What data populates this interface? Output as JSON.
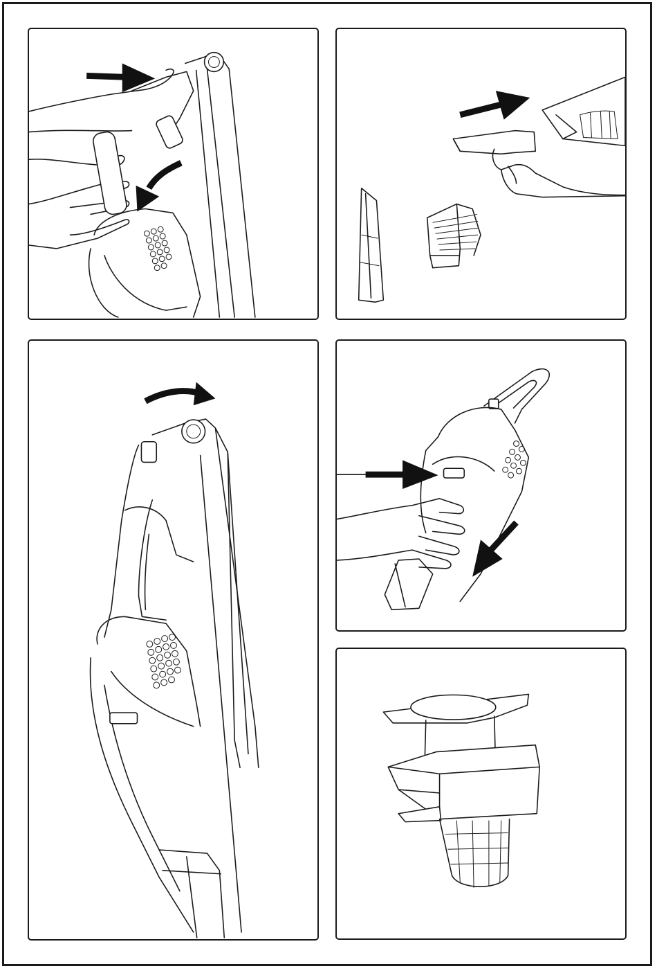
{
  "page": {
    "background": "#ffffff",
    "line_color": "#1a1a1a",
    "arrow_color": "#111111"
  },
  "panels": [
    {
      "name": "detach-handheld-step",
      "icons": [
        "hand-icon",
        "press-arrow-icon",
        "pull-arrow-icon",
        "vacuum-icon"
      ]
    },
    {
      "name": "attach-accessory-step",
      "icons": [
        "hand-icon",
        "push-arrow-icon",
        "crevice-tool-icon",
        "brush-tool-icon"
      ]
    },
    {
      "name": "reattach-handheld-step",
      "icons": [
        "rotate-arrow-icon",
        "vacuum-icon"
      ]
    },
    {
      "name": "release-dust-cup-step",
      "icons": [
        "hand-icon",
        "press-arrow-icon",
        "pull-arrow-icon",
        "handheld-icon"
      ]
    },
    {
      "name": "filter-assembly-step",
      "icons": [
        "filter-icon"
      ]
    }
  ]
}
